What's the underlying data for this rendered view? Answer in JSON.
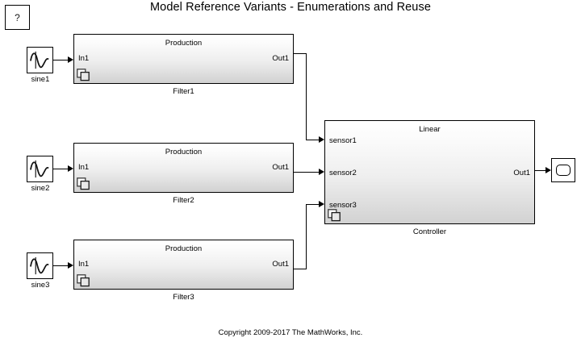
{
  "diagram": {
    "title": "Model Reference Variants - Enumerations and Reuse",
    "copyright": "Copyright 2009-2017 The MathWorks, Inc."
  },
  "help_block": {
    "label": "?",
    "icon": "question-mark-icon"
  },
  "sources": [
    {
      "name": "sine1",
      "icon": "sine-wave-icon"
    },
    {
      "name": "sine2",
      "icon": "sine-wave-icon"
    },
    {
      "name": "sine3",
      "icon": "sine-wave-icon"
    }
  ],
  "filters": [
    {
      "caption": "Filter1",
      "variant": "Production",
      "in_port": "In1",
      "out_port": "Out1",
      "icon": "model-reference-icon"
    },
    {
      "caption": "Filter2",
      "variant": "Production",
      "in_port": "In1",
      "out_port": "Out1",
      "icon": "model-reference-icon"
    },
    {
      "caption": "Filter3",
      "variant": "Production",
      "in_port": "In1",
      "out_port": "Out1",
      "icon": "model-reference-icon"
    }
  ],
  "controller": {
    "caption": "Controller",
    "variant": "Linear",
    "in_ports": [
      "sensor1",
      "sensor2",
      "sensor3"
    ],
    "out_port": "Out1",
    "icon": "model-reference-icon"
  },
  "scope": {
    "icon": "scope-icon"
  },
  "colors": {
    "background": "#ffffff",
    "line": "#000000",
    "block_fill_top": "#ffffff",
    "block_fill_bottom": "#d2d2d2",
    "shadow": "#9a9a9a"
  }
}
